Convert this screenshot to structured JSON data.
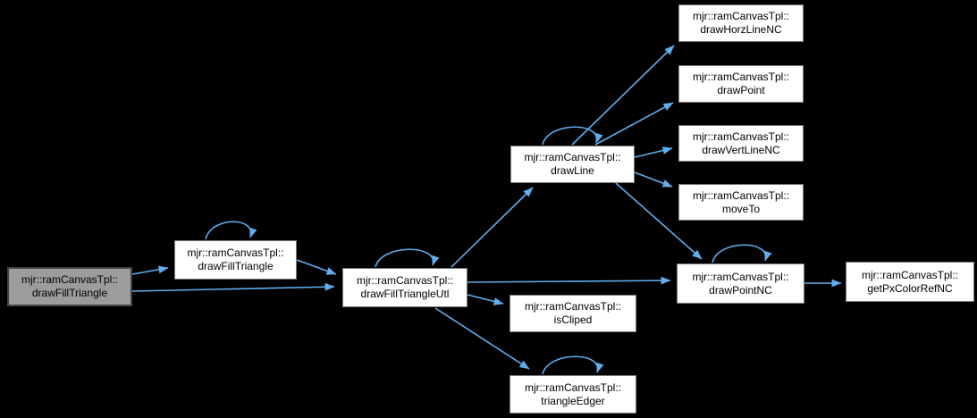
{
  "diagram": {
    "type": "doxygen-call-graph",
    "background_color": "#000000",
    "edge_color": "#61aeee",
    "node_style": {
      "fill": "#ffffff",
      "border": "#7a7a7a",
      "text_color": "#000000"
    },
    "highlight_node_style": {
      "fill": "#9c9c9c",
      "border": "#424242"
    },
    "nodes": [
      {
        "id": "drawFillTriangle-current",
        "line1": "mjr::ramCanvasTpl::",
        "line2": "drawFillTriangle",
        "highlighted": true,
        "self_loop": false
      },
      {
        "id": "drawFillTriangle",
        "line1": "mjr::ramCanvasTpl::",
        "line2": "drawFillTriangle",
        "highlighted": false,
        "self_loop": true
      },
      {
        "id": "drawFillTriangleUtl",
        "line1": "mjr::ramCanvasTpl::",
        "line2": "drawFillTriangleUtl",
        "highlighted": false,
        "self_loop": true
      },
      {
        "id": "drawLine",
        "line1": "mjr::ramCanvasTpl::",
        "line2": "drawLine",
        "highlighted": false,
        "self_loop": true
      },
      {
        "id": "drawHorzLineNC",
        "line1": "mjr::ramCanvasTpl::",
        "line2": "drawHorzLineNC",
        "highlighted": false,
        "self_loop": false
      },
      {
        "id": "drawPoint",
        "line1": "mjr::ramCanvasTpl::",
        "line2": "drawPoint",
        "highlighted": false,
        "self_loop": false
      },
      {
        "id": "drawVertLineNC",
        "line1": "mjr::ramCanvasTpl::",
        "line2": "drawVertLineNC",
        "highlighted": false,
        "self_loop": false
      },
      {
        "id": "moveTo",
        "line1": "mjr::ramCanvasTpl::",
        "line2": "moveTo",
        "highlighted": false,
        "self_loop": false
      },
      {
        "id": "drawPointNC",
        "line1": "mjr::ramCanvasTpl::",
        "line2": "drawPointNC",
        "highlighted": false,
        "self_loop": true
      },
      {
        "id": "getPxColorRefNC",
        "line1": "mjr::ramCanvasTpl::",
        "line2": "getPxColorRefNC",
        "highlighted": false,
        "self_loop": false
      },
      {
        "id": "isCliped",
        "line1": "mjr::ramCanvasTpl::",
        "line2": "isCliped",
        "highlighted": false,
        "self_loop": false
      },
      {
        "id": "triangleEdger",
        "line1": "mjr::ramCanvasTpl::",
        "line2": "triangleEdger",
        "highlighted": false,
        "self_loop": true
      }
    ],
    "edges": [
      {
        "from": "drawFillTriangle-current",
        "to": "drawFillTriangle"
      },
      {
        "from": "drawFillTriangle-current",
        "to": "drawFillTriangleUtl"
      },
      {
        "from": "drawFillTriangle",
        "to": "drawFillTriangle"
      },
      {
        "from": "drawFillTriangle",
        "to": "drawFillTriangleUtl"
      },
      {
        "from": "drawFillTriangleUtl",
        "to": "drawFillTriangleUtl"
      },
      {
        "from": "drawFillTriangleUtl",
        "to": "drawLine"
      },
      {
        "from": "drawFillTriangleUtl",
        "to": "drawPointNC"
      },
      {
        "from": "drawFillTriangleUtl",
        "to": "isCliped"
      },
      {
        "from": "drawFillTriangleUtl",
        "to": "triangleEdger"
      },
      {
        "from": "drawLine",
        "to": "drawLine"
      },
      {
        "from": "drawLine",
        "to": "drawHorzLineNC"
      },
      {
        "from": "drawLine",
        "to": "drawPoint"
      },
      {
        "from": "drawLine",
        "to": "drawVertLineNC"
      },
      {
        "from": "drawLine",
        "to": "moveTo"
      },
      {
        "from": "drawLine",
        "to": "drawPointNC"
      },
      {
        "from": "drawPointNC",
        "to": "drawPointNC"
      },
      {
        "from": "drawPointNC",
        "to": "getPxColorRefNC"
      }
    ]
  }
}
